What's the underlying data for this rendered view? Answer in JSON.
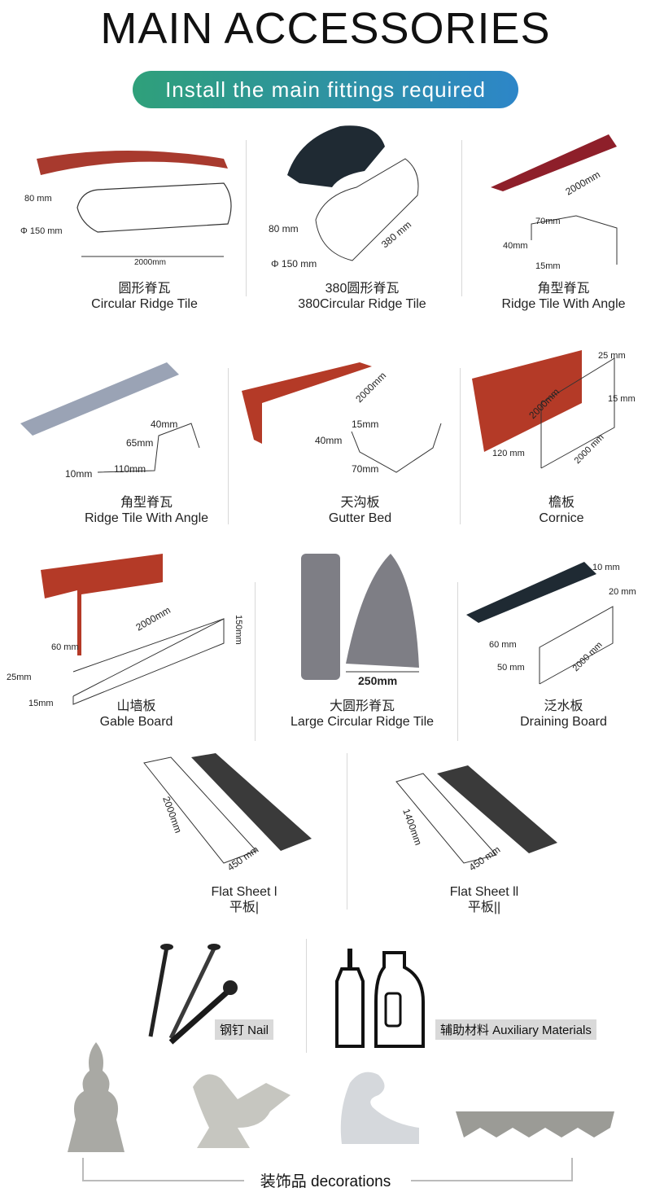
{
  "header": {
    "title": "MAIN ACCESSORIES",
    "banner": "Install the main fittings required"
  },
  "items": [
    {
      "cn": "圆形脊瓦",
      "en": "Circular Ridge Tile",
      "dims": [
        "80 mm",
        "Φ 150 mm",
        "2000mm"
      ]
    },
    {
      "cn": "380圆形脊瓦",
      "en": "380Circular Ridge Tile",
      "dims": [
        "80 mm",
        "Φ 150 mm",
        "380 mm"
      ]
    },
    {
      "cn": "角型脊瓦",
      "en": "Ridge Tile With Angle",
      "dims": [
        "2000mm",
        "70mm",
        "40mm",
        "15mm"
      ]
    },
    {
      "cn": "角型脊瓦",
      "en": "Ridge Tile With Angle",
      "dims": [
        "40mm",
        "65mm",
        "10mm",
        "110mm"
      ]
    },
    {
      "cn": "天沟板",
      "en": "Gutter Bed",
      "dims": [
        "2000mm",
        "15mm",
        "40mm",
        "70mm"
      ]
    },
    {
      "cn": "檐板",
      "en": "Cornice",
      "dims": [
        "25 mm",
        "2000mm",
        "15 mm",
        "120 mm",
        "2000 mm"
      ]
    },
    {
      "cn": "山墙板",
      "en": "Gable Board",
      "dims": [
        "2000mm",
        "150mm",
        "60 mm",
        "25mm",
        "15mm"
      ]
    },
    {
      "cn": "大圆形脊瓦",
      "en": "Large Circular Ridge Tile",
      "dims": [
        "250mm"
      ]
    },
    {
      "cn": "泛水板",
      "en": "Draining Board",
      "dims": [
        "10 mm",
        "20 mm",
        "60 mm",
        "50 mm",
        "2000 mm"
      ]
    }
  ],
  "flat": [
    {
      "en": "Flat Sheet l",
      "cn": "平板|",
      "dims": [
        "2000mm",
        "450 mm"
      ]
    },
    {
      "en": "Flat Sheet ll",
      "cn": "平板||",
      "dims": [
        "1400mm",
        "450 mm"
      ]
    }
  ],
  "misc": {
    "nail": "钢钉 Nail",
    "aux": "辅助材料 Auxiliary Materials"
  },
  "decorations": {
    "label": "装饰品 decorations"
  },
  "colors": {
    "red": "#a83a2e",
    "dark": "#1f2a33",
    "grey": "#9aa3b5",
    "banner_start": "#2fa07a",
    "banner_end": "#2d86c8"
  }
}
